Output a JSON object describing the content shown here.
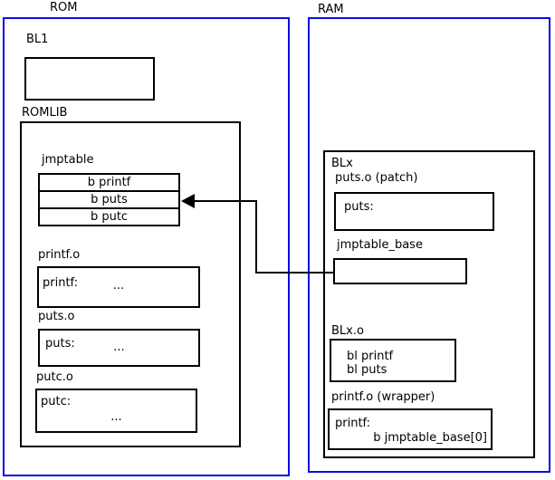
{
  "colors": {
    "frame_blue": "#0b0be0",
    "box_black": "#000000"
  },
  "rom": {
    "title": "ROM",
    "bl1": {
      "label": "BL1"
    },
    "romlib": {
      "label": "ROMLIB",
      "jmptable": {
        "label": "jmptable",
        "entries": [
          "b printf",
          "b puts",
          "b putc"
        ]
      },
      "printf_o": {
        "label": "printf.o",
        "symbol": "printf:",
        "ellipsis": "..."
      },
      "puts_o": {
        "label": "puts.o",
        "symbol": "puts:",
        "ellipsis": "..."
      },
      "putc_o": {
        "label": "putc.o",
        "symbol": "putc:",
        "ellipsis": "..."
      }
    }
  },
  "ram": {
    "title": "RAM",
    "blx": {
      "label": "BLx",
      "puts_patch": {
        "label": "puts.o (patch)",
        "symbol": "puts:"
      },
      "jmptable_base": {
        "label": "jmptable_base"
      },
      "blx_o": {
        "label": "BLx.o",
        "lines": [
          "bl printf",
          "bl puts"
        ]
      },
      "printf_wrapper": {
        "label": "printf.o (wrapper)",
        "symbol": "printf:",
        "body": "b jmptable_base[0]"
      }
    }
  }
}
